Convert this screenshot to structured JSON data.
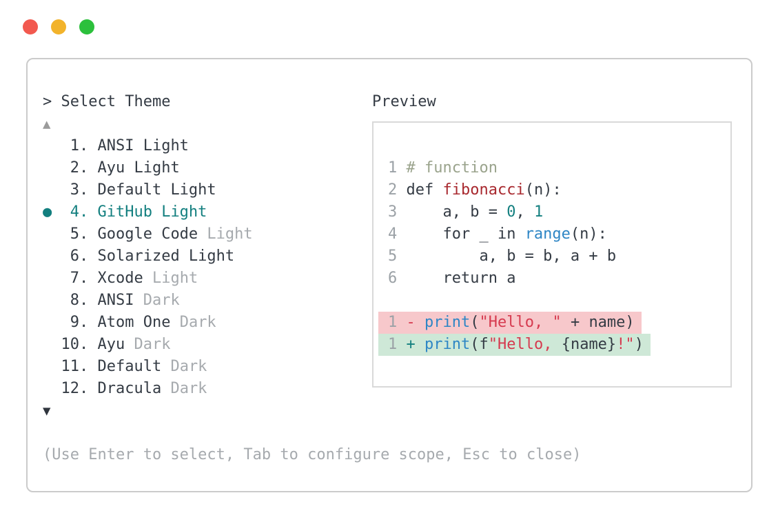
{
  "colors": {
    "text": "#343b44",
    "muted": "#a6aaae",
    "accent": "#137f7f",
    "comment": "#9aa38c",
    "function": "#a8292f",
    "string": "#d63a4f",
    "call": "#2e86c5",
    "line-number": "#9ba1a6",
    "removed-bg": "#f7c8cb",
    "added-bg": "#cee8d7",
    "window-border": "#cbcbcb",
    "preview-border": "#d9d9d9",
    "traffic-red": "#f2594f",
    "traffic-yellow": "#f2b32b",
    "traffic-green": "#2cc03c"
  },
  "window_controls": {
    "close": "close",
    "minimize": "minimize",
    "maximize": "maximize"
  },
  "picker": {
    "prompt": ">",
    "title": "Select Theme",
    "scroll_up": "▲",
    "scroll_down": "▼",
    "selected_marker": "●",
    "items": [
      {
        "number": 1,
        "name": "ANSI Light",
        "muted_suffix": "",
        "selected": false
      },
      {
        "number": 2,
        "name": "Ayu Light",
        "muted_suffix": "",
        "selected": false
      },
      {
        "number": 3,
        "name": "Default Light",
        "muted_suffix": "",
        "selected": false
      },
      {
        "number": 4,
        "name": "GitHub Light",
        "muted_suffix": "",
        "selected": true
      },
      {
        "number": 5,
        "name": "Google Code",
        "muted_suffix": "Light",
        "selected": false
      },
      {
        "number": 6,
        "name": "Solarized Light",
        "muted_suffix": "",
        "selected": false
      },
      {
        "number": 7,
        "name": "Xcode",
        "muted_suffix": "Light",
        "selected": false
      },
      {
        "number": 8,
        "name": "ANSI",
        "muted_suffix": "Dark",
        "selected": false
      },
      {
        "number": 9,
        "name": "Atom One",
        "muted_suffix": "Dark",
        "selected": false
      },
      {
        "number": 10,
        "name": "Ayu",
        "muted_suffix": "Dark",
        "selected": false
      },
      {
        "number": 11,
        "name": "Default",
        "muted_suffix": "Dark",
        "selected": false
      },
      {
        "number": 12,
        "name": "Dracula",
        "muted_suffix": "Dark",
        "selected": false
      }
    ],
    "footer": "(Use Enter to select, Tab to configure scope, Esc to close)"
  },
  "preview": {
    "title": "Preview",
    "code_lines": [
      {
        "line_number": "1",
        "highlight": null,
        "tokens": [
          {
            "text": "# function",
            "type": "comment"
          }
        ]
      },
      {
        "line_number": "2",
        "highlight": null,
        "tokens": [
          {
            "text": "def ",
            "type": "text"
          },
          {
            "text": "fibonacci",
            "type": "function"
          },
          {
            "text": "(n):",
            "type": "text"
          }
        ]
      },
      {
        "line_number": "3",
        "highlight": null,
        "tokens": [
          {
            "text": "    a, b = ",
            "type": "text"
          },
          {
            "text": "0",
            "type": "number"
          },
          {
            "text": ", ",
            "type": "text"
          },
          {
            "text": "1",
            "type": "number"
          }
        ]
      },
      {
        "line_number": "4",
        "highlight": null,
        "tokens": [
          {
            "text": "    for _ in ",
            "type": "text"
          },
          {
            "text": "range",
            "type": "call"
          },
          {
            "text": "(n):",
            "type": "text"
          }
        ]
      },
      {
        "line_number": "5",
        "highlight": null,
        "tokens": [
          {
            "text": "        a, b = b, a + b",
            "type": "text"
          }
        ]
      },
      {
        "line_number": "6",
        "highlight": null,
        "tokens": [
          {
            "text": "    return a",
            "type": "text"
          }
        ]
      },
      {
        "line_number": "",
        "highlight": null,
        "tokens": []
      },
      {
        "line_number": "1",
        "highlight": "removed",
        "tokens": [
          {
            "text": "- ",
            "type": "minus"
          },
          {
            "text": "print",
            "type": "call"
          },
          {
            "text": "(",
            "type": "text"
          },
          {
            "text": "\"Hello, \"",
            "type": "string"
          },
          {
            "text": " + name)",
            "type": "text"
          }
        ]
      },
      {
        "line_number": "1",
        "highlight": "added",
        "tokens": [
          {
            "text": "+ ",
            "type": "plus"
          },
          {
            "text": "print",
            "type": "call"
          },
          {
            "text": "(f",
            "type": "text"
          },
          {
            "text": "\"Hello, ",
            "type": "string"
          },
          {
            "text": "{name}",
            "type": "text"
          },
          {
            "text": "!\"",
            "type": "string"
          },
          {
            "text": ")",
            "type": "text"
          }
        ]
      }
    ]
  }
}
